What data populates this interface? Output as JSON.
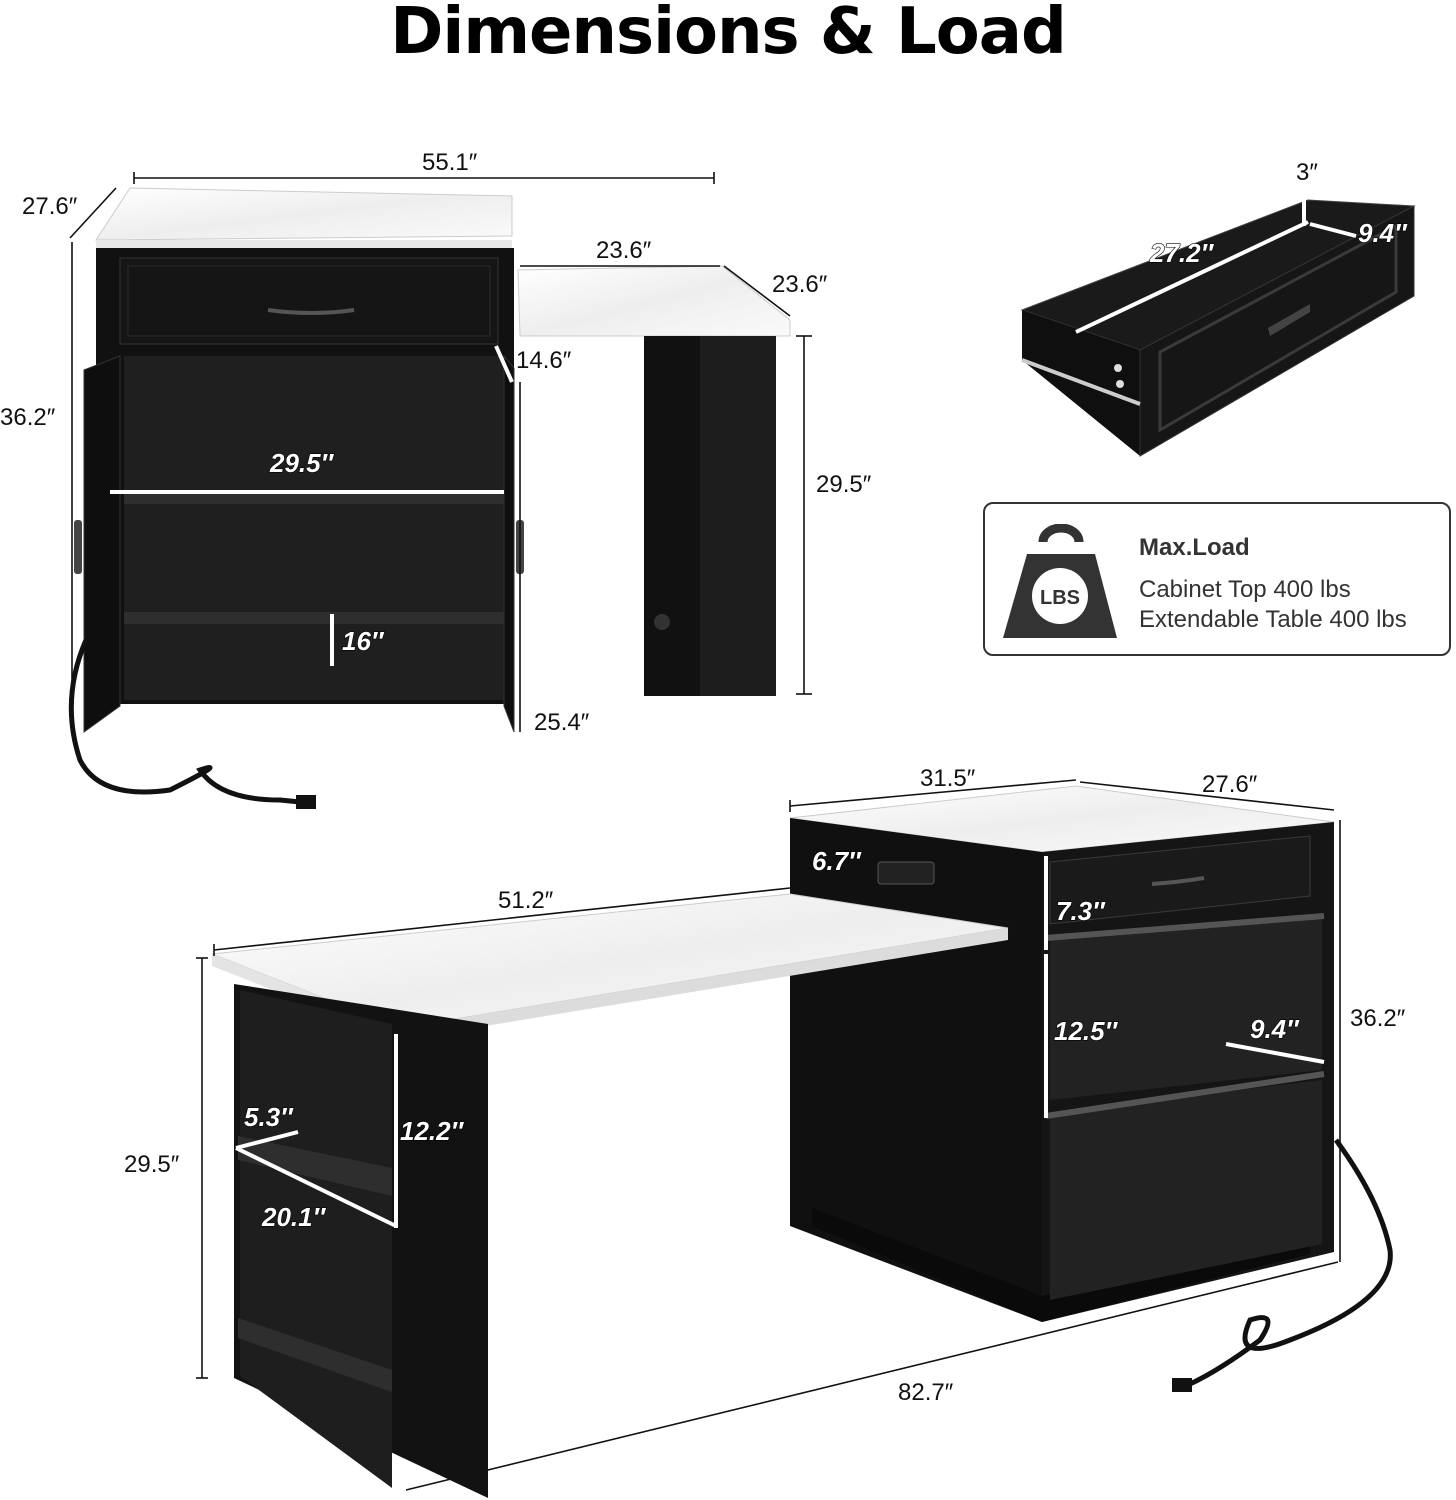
{
  "title": "Dimensions & Load",
  "cabinet_view": {
    "width": "55.1″",
    "depth": "27.6″",
    "height": "36.2″",
    "table_width": "23.6″",
    "table_depth": "23.6″",
    "door_depth": "14.6″",
    "table_height": "29.5″",
    "shelf_width": "29.5″",
    "shelf_height": "16″",
    "door_height": "25.4″"
  },
  "drawer_view": {
    "height": "3″",
    "length": "27.2″",
    "width": "9.4″"
  },
  "load": {
    "icon": "weight-lbs-icon",
    "icon_text": "LBS",
    "heading": "Max.Load",
    "line1": "Cabinet Top 400 lbs",
    "line2": "Extendable Table 400 lbs"
  },
  "extended_view": {
    "cabinet_width": "31.5″",
    "cabinet_depth": "27.6″",
    "outlet_height": "6.7″",
    "table_length": "51.2″",
    "drawer_height": "7.3″",
    "cabinet_height": "36.2″",
    "shelf_height": "12.5″",
    "shelf_depth": "9.4″",
    "leg_shelf_width": "5.3″",
    "leg_shelf_height": "12.2″",
    "leg_shelf_depth": "20.1″",
    "table_height": "29.5″",
    "total_length": "82.7″"
  },
  "colors": {
    "wood": "#111111",
    "marble": "#f3f3f3",
    "inner": "#1c1c1c"
  }
}
